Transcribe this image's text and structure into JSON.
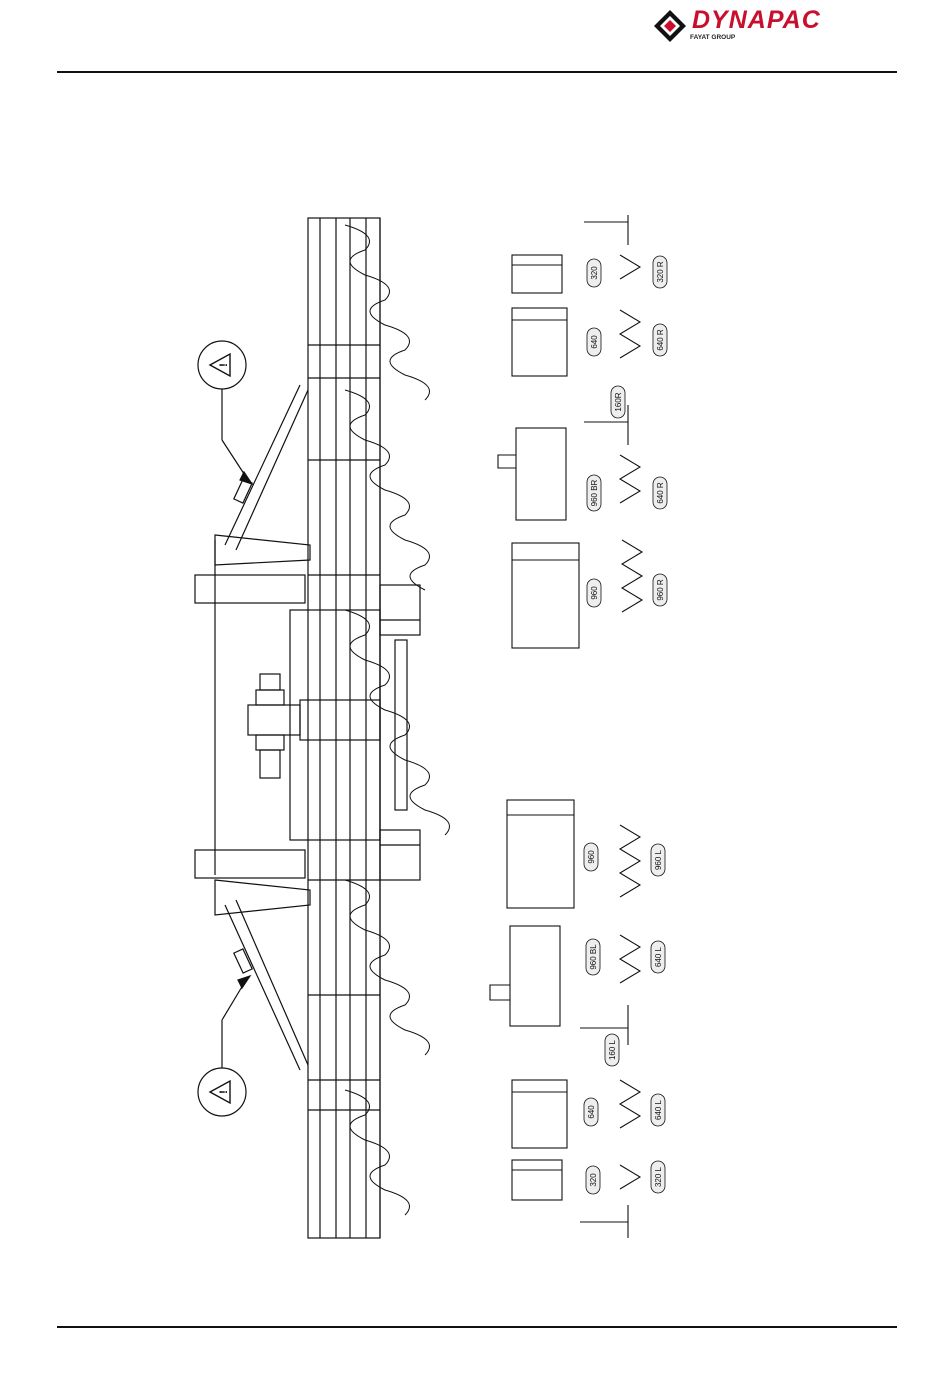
{
  "header": {
    "brand": "DYNAPAC",
    "group": "FAYAT GROUP",
    "brand_color": "#c8102e"
  },
  "icons": {
    "logo": "dynapac-diamond-icon",
    "warning": "warning-triangle-icon"
  },
  "labels": {
    "right_top": [
      "320",
      "320 R",
      "640",
      "640 R",
      "160R",
      "960 BR",
      "640 R",
      "960",
      "960 R"
    ],
    "left_bottom": [
      "960",
      "960 L",
      "960 BL",
      "640 L",
      "160 L",
      "640",
      "640 L",
      "320",
      "320 L"
    ]
  }
}
